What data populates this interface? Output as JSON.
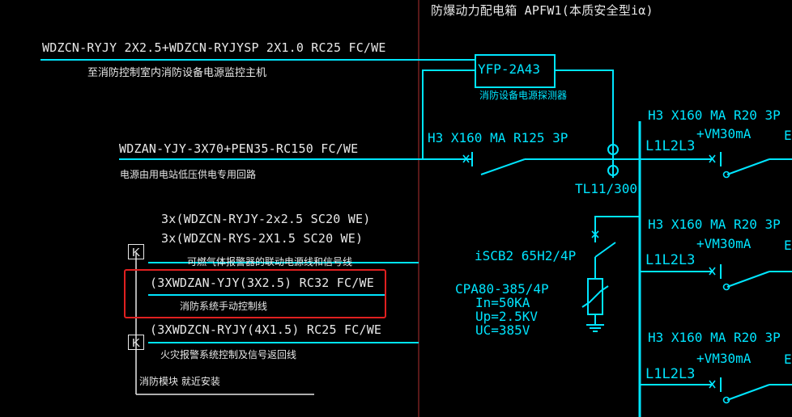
{
  "panel": {
    "title": "防爆动力配电箱 APFW1(本质安全型iα)"
  },
  "feeders": {
    "monitor_cable": "WDZCN-RYJY 2X2.5+WDZCN-RYJYSP 2X1.0  RC25 FC/WE",
    "monitor_desc": "至消防控制室内消防设备电源监控主机",
    "power_cable": "WDZAN-YJY-3X70+PEN35-RC150 FC/WE",
    "power_desc": "电源由用电站低压供电专用回路",
    "gas_line1": "3x(WDZCN-RYJY-2x2.5 SC20 WE)",
    "gas_line2": "3x(WDZCN-RYS-2X1.5 SC20 WE)",
    "gas_desc": "可燃气体报警器的联动电源线和信号线",
    "manual_cable": "(3XWDZAN-YJY(3X2.5) RC32  FC/WE",
    "manual_desc": "消防系统手动控制线",
    "fire_cable": "(3XWDZCN-RYJY(4X1.5) RC25  FC/WE",
    "fire_desc": "火灾报警系统控制及信号返回线",
    "module_desc": "消防模块  就近安装",
    "k_label": "K"
  },
  "devices": {
    "detector_model": "YFP-2A43",
    "detector_desc": "消防设备电源探测器",
    "main_breaker": "H3 X160 MA R125 3P",
    "ct_label": "TL11/300",
    "spd_breaker": "iSCB2 65H2/4P",
    "spd_model": "CPA80-385/4P",
    "spd_in": "In=50KA",
    "spd_up": "Up=2.5KV",
    "spd_uc": "UC=385V"
  },
  "branches": [
    {
      "breaker": "H3 X160 MA R20 3P",
      "rcd": "+VM30mA",
      "phases": "L1L2L3",
      "edge": "E"
    },
    {
      "breaker": "H3 X160 MA R20 3P",
      "rcd": "+VM30mA",
      "phases": "L1L2L3",
      "edge": "E"
    },
    {
      "breaker": "H3 X160 MA R20 3P",
      "rcd": "+VM30mA",
      "phases": "L1L2L3",
      "edge": "E"
    }
  ],
  "colors": {
    "wire": "#00e5ff",
    "text": "#e8e8e8",
    "divider": "#b03030",
    "highlight": "#e02020",
    "background": "#000000"
  }
}
